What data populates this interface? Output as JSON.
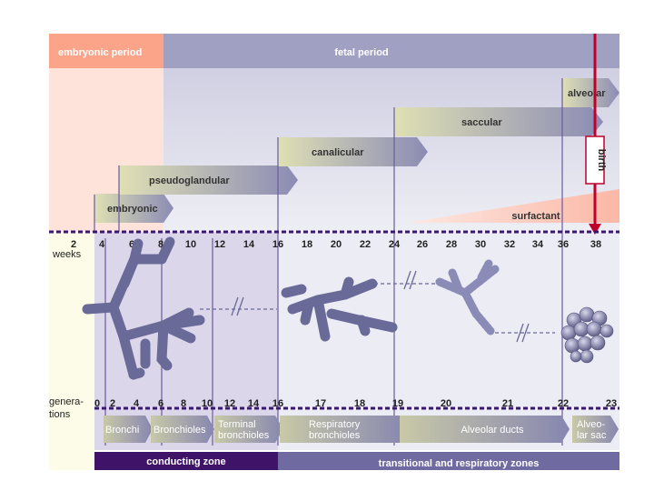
{
  "periods": {
    "embryonic": "embryonic period",
    "fetal": "fetal period"
  },
  "stages": [
    {
      "label": "embryonic"
    },
    {
      "label": "pseudoglandular"
    },
    {
      "label": "canalicular"
    },
    {
      "label": "saccular"
    },
    {
      "label": "alveolar"
    }
  ],
  "surfactant_label": "surfactant",
  "birth_label": "birth",
  "weeks": {
    "label": "weeks",
    "ticks": [
      "2",
      "4",
      "6",
      "8",
      "10",
      "12",
      "14",
      "16",
      "18",
      "20",
      "22",
      "24",
      "26",
      "28",
      "30",
      "32",
      "34",
      "36",
      "38"
    ]
  },
  "generations": {
    "label_line1": "genera-",
    "label_line2": "tions",
    "ticks": [
      "0",
      "2",
      "4",
      "6",
      "8",
      "10",
      "12",
      "14",
      "16",
      "17",
      "18",
      "19",
      "20",
      "21",
      "22",
      "23"
    ]
  },
  "structures": [
    {
      "line1": "Bronchi",
      "line2": ""
    },
    {
      "line1": "Bronchioles",
      "line2": ""
    },
    {
      "line1": "Terminal",
      "line2": "bronchioles"
    },
    {
      "line1": "Respiratory",
      "line2": "bronchioles"
    },
    {
      "line1": "Alveolar ducts",
      "line2": ""
    },
    {
      "line1": "Alveo-",
      "line2": "lar sac"
    }
  ],
  "zones": {
    "conducting": "conducting zone",
    "transitional": "transitional and respiratory zones"
  },
  "colors": {
    "embryonic_band": "#fba48a",
    "fetal_band": "#a0a0c3",
    "stage_arrow_dark": "#8c8cb4",
    "stage_arrow_light": "#d8d8ac",
    "birth_line": "#c0002a",
    "airway": "#6a6a98",
    "conducting_zone": "#3f1368",
    "transitional_zone": "#6f6aa0"
  }
}
